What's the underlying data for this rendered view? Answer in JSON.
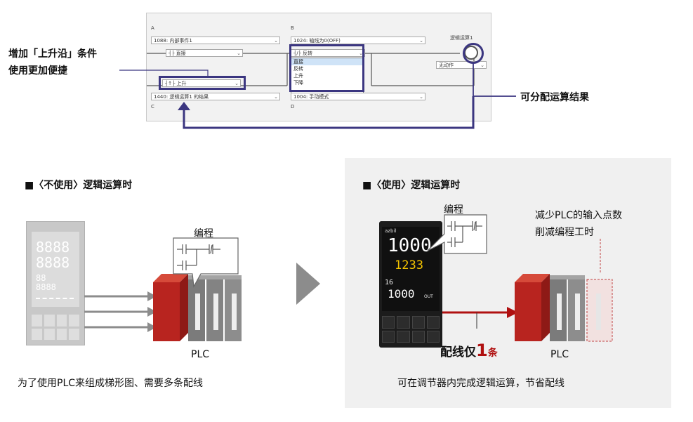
{
  "top": {
    "annotation_left_line1": "增加「上升沿」条件",
    "annotation_left_line2": "使用更加便捷",
    "annotation_right": "可分配运算结果",
    "screenshot": {
      "label_a": "A",
      "label_b": "B",
      "label_c": "C",
      "label_d": "D",
      "field_a": "1088: 内部事件1",
      "field_b": "1024: 轴线为0(OFF)",
      "logic_op_label": "逻辑运算1",
      "cond_a": "直接",
      "cond_b": "反转",
      "cond_c": "上升",
      "field_c": "1440: 逻辑运算1 的结果",
      "field_d": "1004: 手动模式",
      "unassigned": "无动作",
      "dropdown_options": [
        "直接",
        "反转",
        "上升",
        "下降"
      ]
    }
  },
  "left": {
    "title": "■〈不使用〉逻辑运算时",
    "programming_label": "编程",
    "plc_label": "PLC",
    "controller_digits": [
      "8888",
      "8888",
      "88",
      "8888"
    ],
    "caption": "为了使用PLC来组成梯形图、需要多条配线"
  },
  "right": {
    "title": "■〈使用〉逻辑运算时",
    "programming_label": "编程",
    "note_line1": "减少PLC的输入点数",
    "note_line2": "削减编程工时",
    "wiring_prefix": "配线仅",
    "wiring_number": "1",
    "wiring_suffix": "条",
    "plc_label": "PLC",
    "controller": {
      "brand": "azbil",
      "pv": "1000",
      "sv": "1233",
      "out_prefix": "16",
      "out_value": "1000",
      "out_unit": "OUT"
    },
    "caption": "可在调节器内完成逻辑运算，节省配线"
  },
  "colors": {
    "highlight": "#3b3680",
    "plc_red": "#b8241f",
    "wire_red": "#b01010",
    "arrow_gray": "#8c8c8c",
    "panel_bg": "#f0f0f0"
  }
}
